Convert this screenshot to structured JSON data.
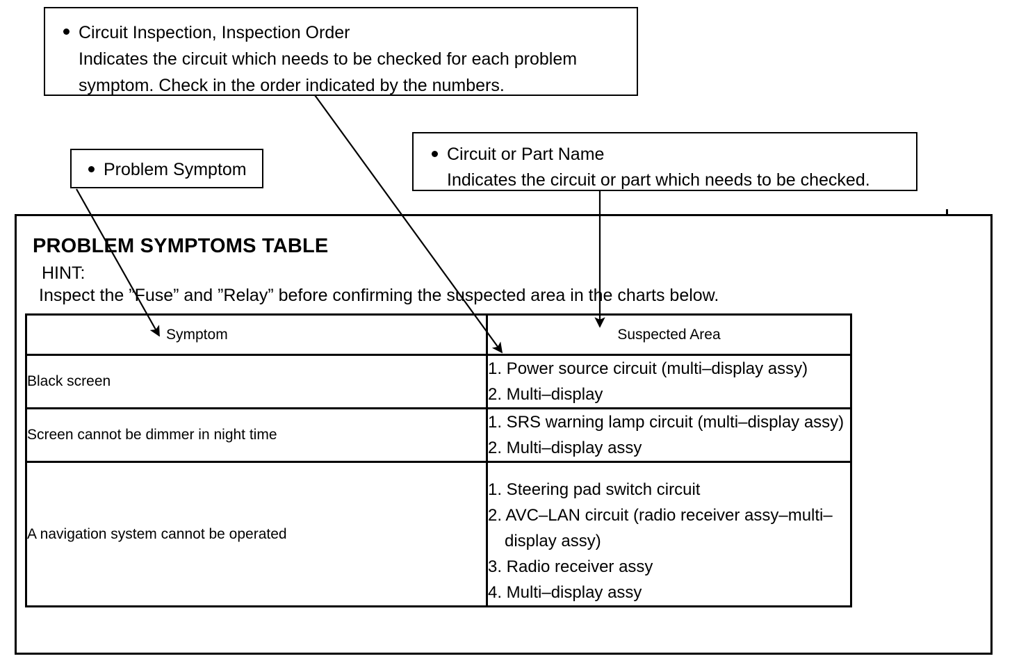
{
  "callouts": [
    {
      "id": "inspection-order",
      "bullet_title": "Circuit Inspection, Inspection Order",
      "lines": [
        "Indicates the circuit which needs to be checked for each problem",
        "symptom. Check in the order indicated by the numbers."
      ]
    },
    {
      "id": "problem-symptom",
      "bullet_title": "Problem Symptom",
      "lines": []
    },
    {
      "id": "circuit-part-name",
      "bullet_title": "Circuit or Part Name",
      "lines": [
        "Indicates the circuit or part which needs to be checked."
      ]
    }
  ],
  "section": {
    "title": "PROBLEM SYMPTOMS TABLE",
    "hint_label": "HINT:",
    "hint_text": "Inspect the ”Fuse” and ”Relay” before confirming the suspected area in the charts below."
  },
  "table": {
    "headers": {
      "symptom": "Symptom",
      "suspected_area": "Suspected Area"
    },
    "rows": [
      {
        "symptom": "Black screen",
        "suspected_area": [
          {
            "text": "1. Power source circuit (multi–display assy)",
            "continuation": false
          },
          {
            "text": "2. Multi–display",
            "continuation": false
          }
        ]
      },
      {
        "symptom": "Screen cannot be dimmer in night time",
        "suspected_area": [
          {
            "text": "1. SRS warning lamp circuit (multi–display assy)",
            "continuation": false
          },
          {
            "text": "2. Multi–display assy",
            "continuation": false
          }
        ]
      },
      {
        "symptom": "A navigation system cannot be operated",
        "suspected_area": [
          {
            "text": "1. Steering pad switch circuit",
            "continuation": false
          },
          {
            "text": "2. AVC–LAN circuit (radio receiver assy–multi–",
            "continuation": false
          },
          {
            "text": "display assy)",
            "continuation": true
          },
          {
            "text": "3. Radio receiver assy",
            "continuation": false
          },
          {
            "text": "4. Multi–display assy",
            "continuation": false
          }
        ]
      }
    ]
  },
  "colors": {
    "ink": "#000000",
    "paper": "#ffffff"
  }
}
